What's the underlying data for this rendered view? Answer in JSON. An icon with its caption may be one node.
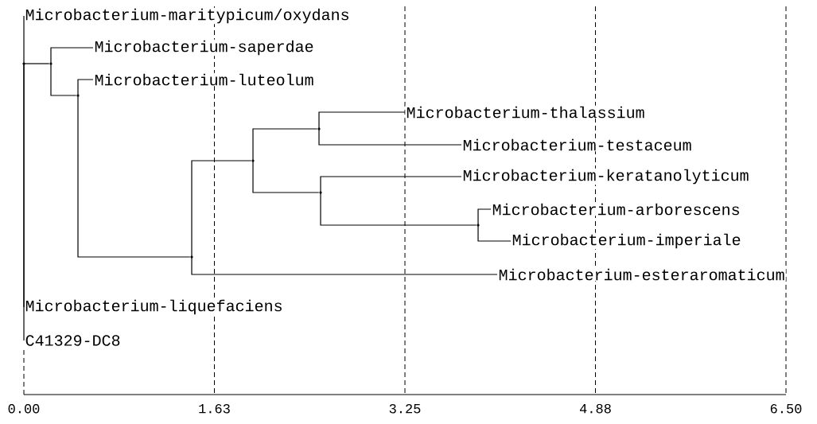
{
  "diagram": {
    "nodes": [
      {
        "text": [
          "Microbacterium-maritypicum/oxydans"
        ]
      },
      {
        "text": [
          "Microbacterium-saperdae"
        ]
      },
      {
        "text": [
          "Microbacterium-luteolum"
        ]
      },
      {
        "text": [
          "Microbacterium-thalassium"
        ]
      },
      {
        "text": [
          "Microbacterium-testaceum"
        ]
      },
      {
        "text": [
          "Microbacterium-keratanolyticum"
        ]
      },
      {
        "text": [
          "Microbacterium-arborescens"
        ]
      },
      {
        "text": [
          "Microbacterium-imperiale"
        ]
      },
      {
        "text": [
          "Microbacterium-esteraromaticum"
        ]
      },
      {
        "text": [
          "Microbacterium-liquefaciens"
        ]
      },
      {
        "text": [
          "C41329-DC8"
        ]
      },
      {
        "text": [],
        "shape": "dot"
      },
      {
        "text": [],
        "shape": "dot"
      },
      {
        "text": [],
        "shape": "dot"
      },
      {
        "text": [],
        "shape": "dot"
      },
      {
        "text": [],
        "shape": "dot"
      },
      {
        "text": [],
        "shape": "dot"
      },
      {
        "text": [],
        "shape": "dot"
      },
      {
        "text": [],
        "shape": "dot"
      }
    ],
    "edges": [
      {
        "from": 11,
        "to": 0,
        "arrow": "none"
      },
      {
        "from": 11,
        "to": 12,
        "arrow": "none"
      },
      {
        "from": 11,
        "to": 9,
        "arrow": "none"
      },
      {
        "from": 11,
        "to": 10,
        "arrow": "none"
      },
      {
        "from": 12,
        "to": 1,
        "arrow": "none"
      },
      {
        "from": 12,
        "to": 13,
        "arrow": "none"
      },
      {
        "from": 13,
        "to": 2,
        "arrow": "none"
      },
      {
        "from": 13,
        "to": 14,
        "arrow": "none"
      },
      {
        "from": 14,
        "to": 15,
        "arrow": "none"
      },
      {
        "from": 14,
        "to": 8,
        "arrow": "none"
      },
      {
        "from": 15,
        "to": 16,
        "arrow": "none"
      },
      {
        "from": 15,
        "to": 17,
        "arrow": "none"
      },
      {
        "from": 16,
        "to": 3,
        "arrow": "none"
      },
      {
        "from": 16,
        "to": 4,
        "arrow": "none"
      },
      {
        "from": 17,
        "to": 5,
        "arrow": "none"
      },
      {
        "from": 17,
        "to": 18,
        "arrow": "none"
      },
      {
        "from": 18,
        "to": 6,
        "arrow": "none"
      },
      {
        "from": 18,
        "to": 7,
        "arrow": "none"
      }
    ],
    "labels": [
      "0.00",
      "1.63",
      "3.25",
      "4.88",
      "6.50"
    ]
  }
}
